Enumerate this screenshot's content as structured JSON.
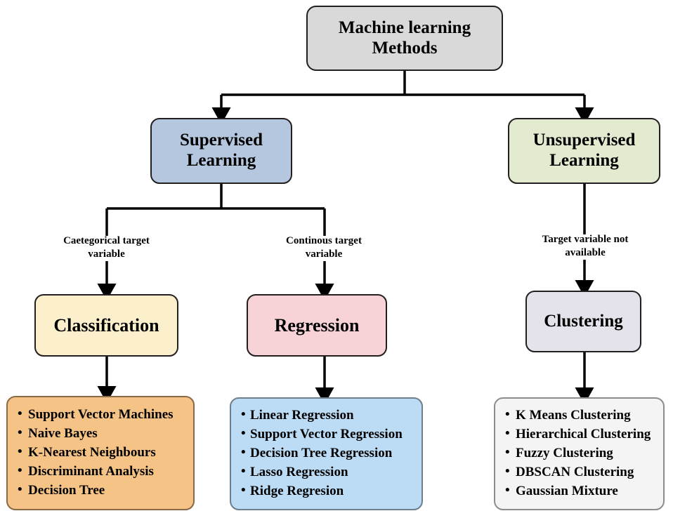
{
  "diagram": {
    "title": "Machine learning Methods",
    "type": "taxonomy-tree",
    "root": {
      "id": "machine-learning-methods",
      "label": "Machine learning\nMethods",
      "line1": "Machine learning",
      "line2": "Methods",
      "fill": "#d9d9d9",
      "border": "#231f20"
    },
    "level2": [
      {
        "id": "supervised-learning",
        "line1": "Supervised",
        "line2": "Learning",
        "fill": "#b4c7de",
        "border": "#231f20"
      },
      {
        "id": "unsupervised-learning",
        "line1": "Unsupervised",
        "line2": "Learning",
        "fill": "#e2ebd0",
        "border": "#231f20"
      }
    ],
    "edge_labels": [
      {
        "id": "categorical-target-variable",
        "line1": "Caetegorical target",
        "line2": "variable"
      },
      {
        "id": "continuous-target-variable",
        "line1": "Continous target",
        "line2": "variable"
      },
      {
        "id": "target-variable-not-available",
        "line1": "Target variable not",
        "line2": "available"
      }
    ],
    "level3": [
      {
        "id": "classification",
        "label": "Classification",
        "fill": "#fbf0cb",
        "border": "#231f20"
      },
      {
        "id": "regression",
        "label": "Regression",
        "fill": "#f7d3d8",
        "border": "#231f20"
      },
      {
        "id": "clustering",
        "label": "Clustering",
        "fill": "#e4e3ec",
        "border": "#231f20"
      }
    ],
    "leaves": [
      {
        "id": "classification-methods",
        "fill": "#f6c387",
        "border": "#8a6a44",
        "items": [
          "Support Vector Machines",
          "Naive Bayes",
          "K-Nearest Neighbours",
          "Discriminant Analysis",
          "Decision Tree"
        ]
      },
      {
        "id": "regression-methods",
        "fill": "#bcdcf5",
        "border": "#6d7e8c",
        "items": [
          "Linear Regression",
          "Support Vector Regression",
          "Decision Tree Regression",
          "Lasso Regression",
          "Ridge Regresion"
        ]
      },
      {
        "id": "clustering-methods",
        "fill": "#f4f4f4",
        "border": "#8c8c8e",
        "items": [
          "K Means Clustering",
          "Hierarchical Clustering",
          "Fuzzy Clustering",
          "DBSCAN Clustering",
          "Gaussian Mixture"
        ]
      }
    ],
    "connector_color": "#000000",
    "bullet_glyph": "•"
  }
}
